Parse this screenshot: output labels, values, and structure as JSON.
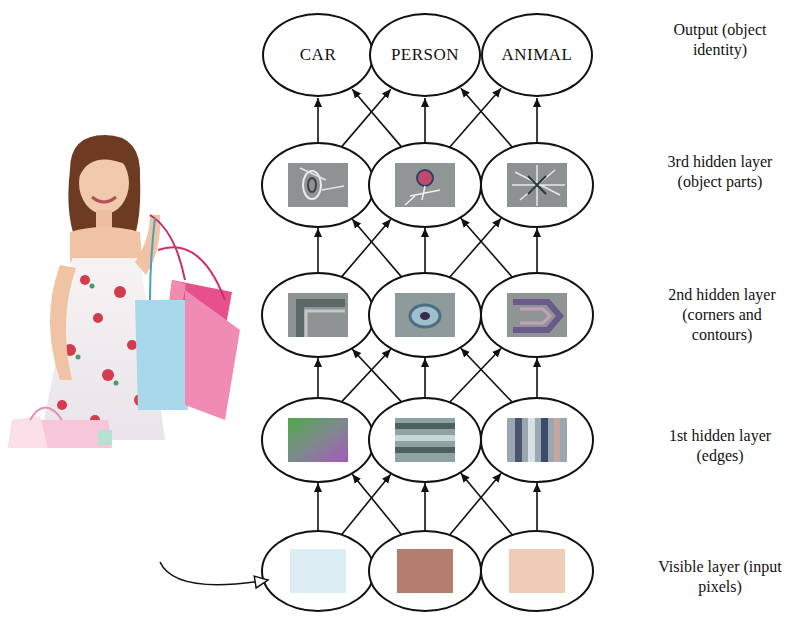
{
  "diagram": {
    "nodes": [
      {
        "text": [
          "CAR"
        ]
      },
      {
        "text": [
          "PERSON"
        ]
      },
      {
        "text": [
          "ANIMAL"
        ]
      }
    ],
    "labels": [
      "Output (object identity)",
      "3rd hidden layer (object parts)",
      "2nd hidden layer (corners and contours)",
      "1st hidden layer (edges)",
      "Visible layer (input pixels)"
    ]
  }
}
